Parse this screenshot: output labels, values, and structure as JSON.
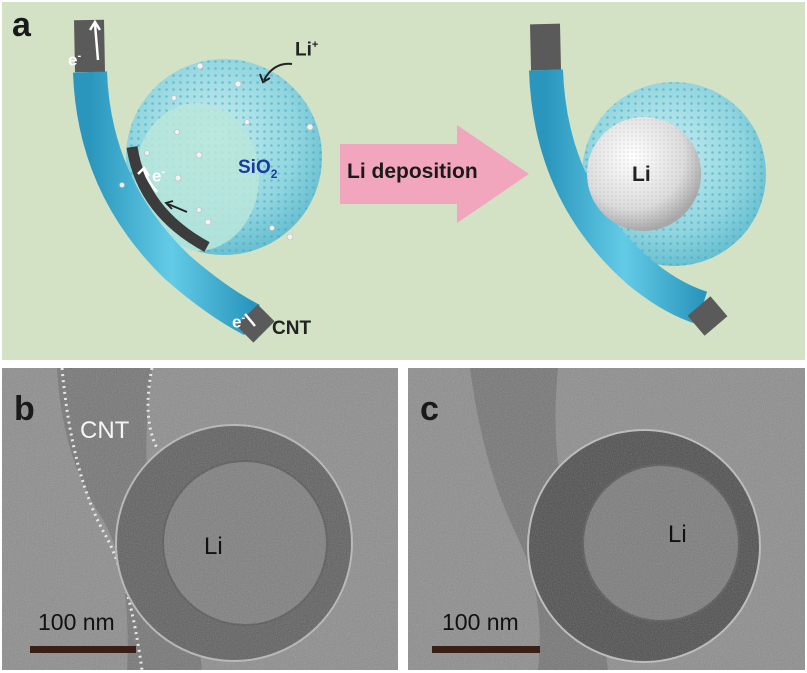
{
  "panel_a": {
    "label": "a",
    "electron": "e",
    "electron_sup": "-",
    "li_ion": "Li",
    "li_ion_sup": "+",
    "sio2_main": "SiO",
    "sio2_sub": "2",
    "cnt": "CNT",
    "arrow_text": "Li deposition",
    "li_core": "Li"
  },
  "panel_b": {
    "label": "b",
    "cnt": "CNT",
    "li": "Li",
    "scale": "100 nm"
  },
  "panel_c": {
    "label": "c",
    "li": "Li",
    "scale": "100 nm"
  },
  "colors": {
    "background_a": "#d3e2c4",
    "cnt_tube": "#3fb1d3",
    "cnt_core": "#555555",
    "sio2_shell": "#8fd7e4",
    "sio2_label": "#1b3aa0",
    "arrow": "#f2a6bd",
    "tem_gray": "#8a8a8a"
  }
}
